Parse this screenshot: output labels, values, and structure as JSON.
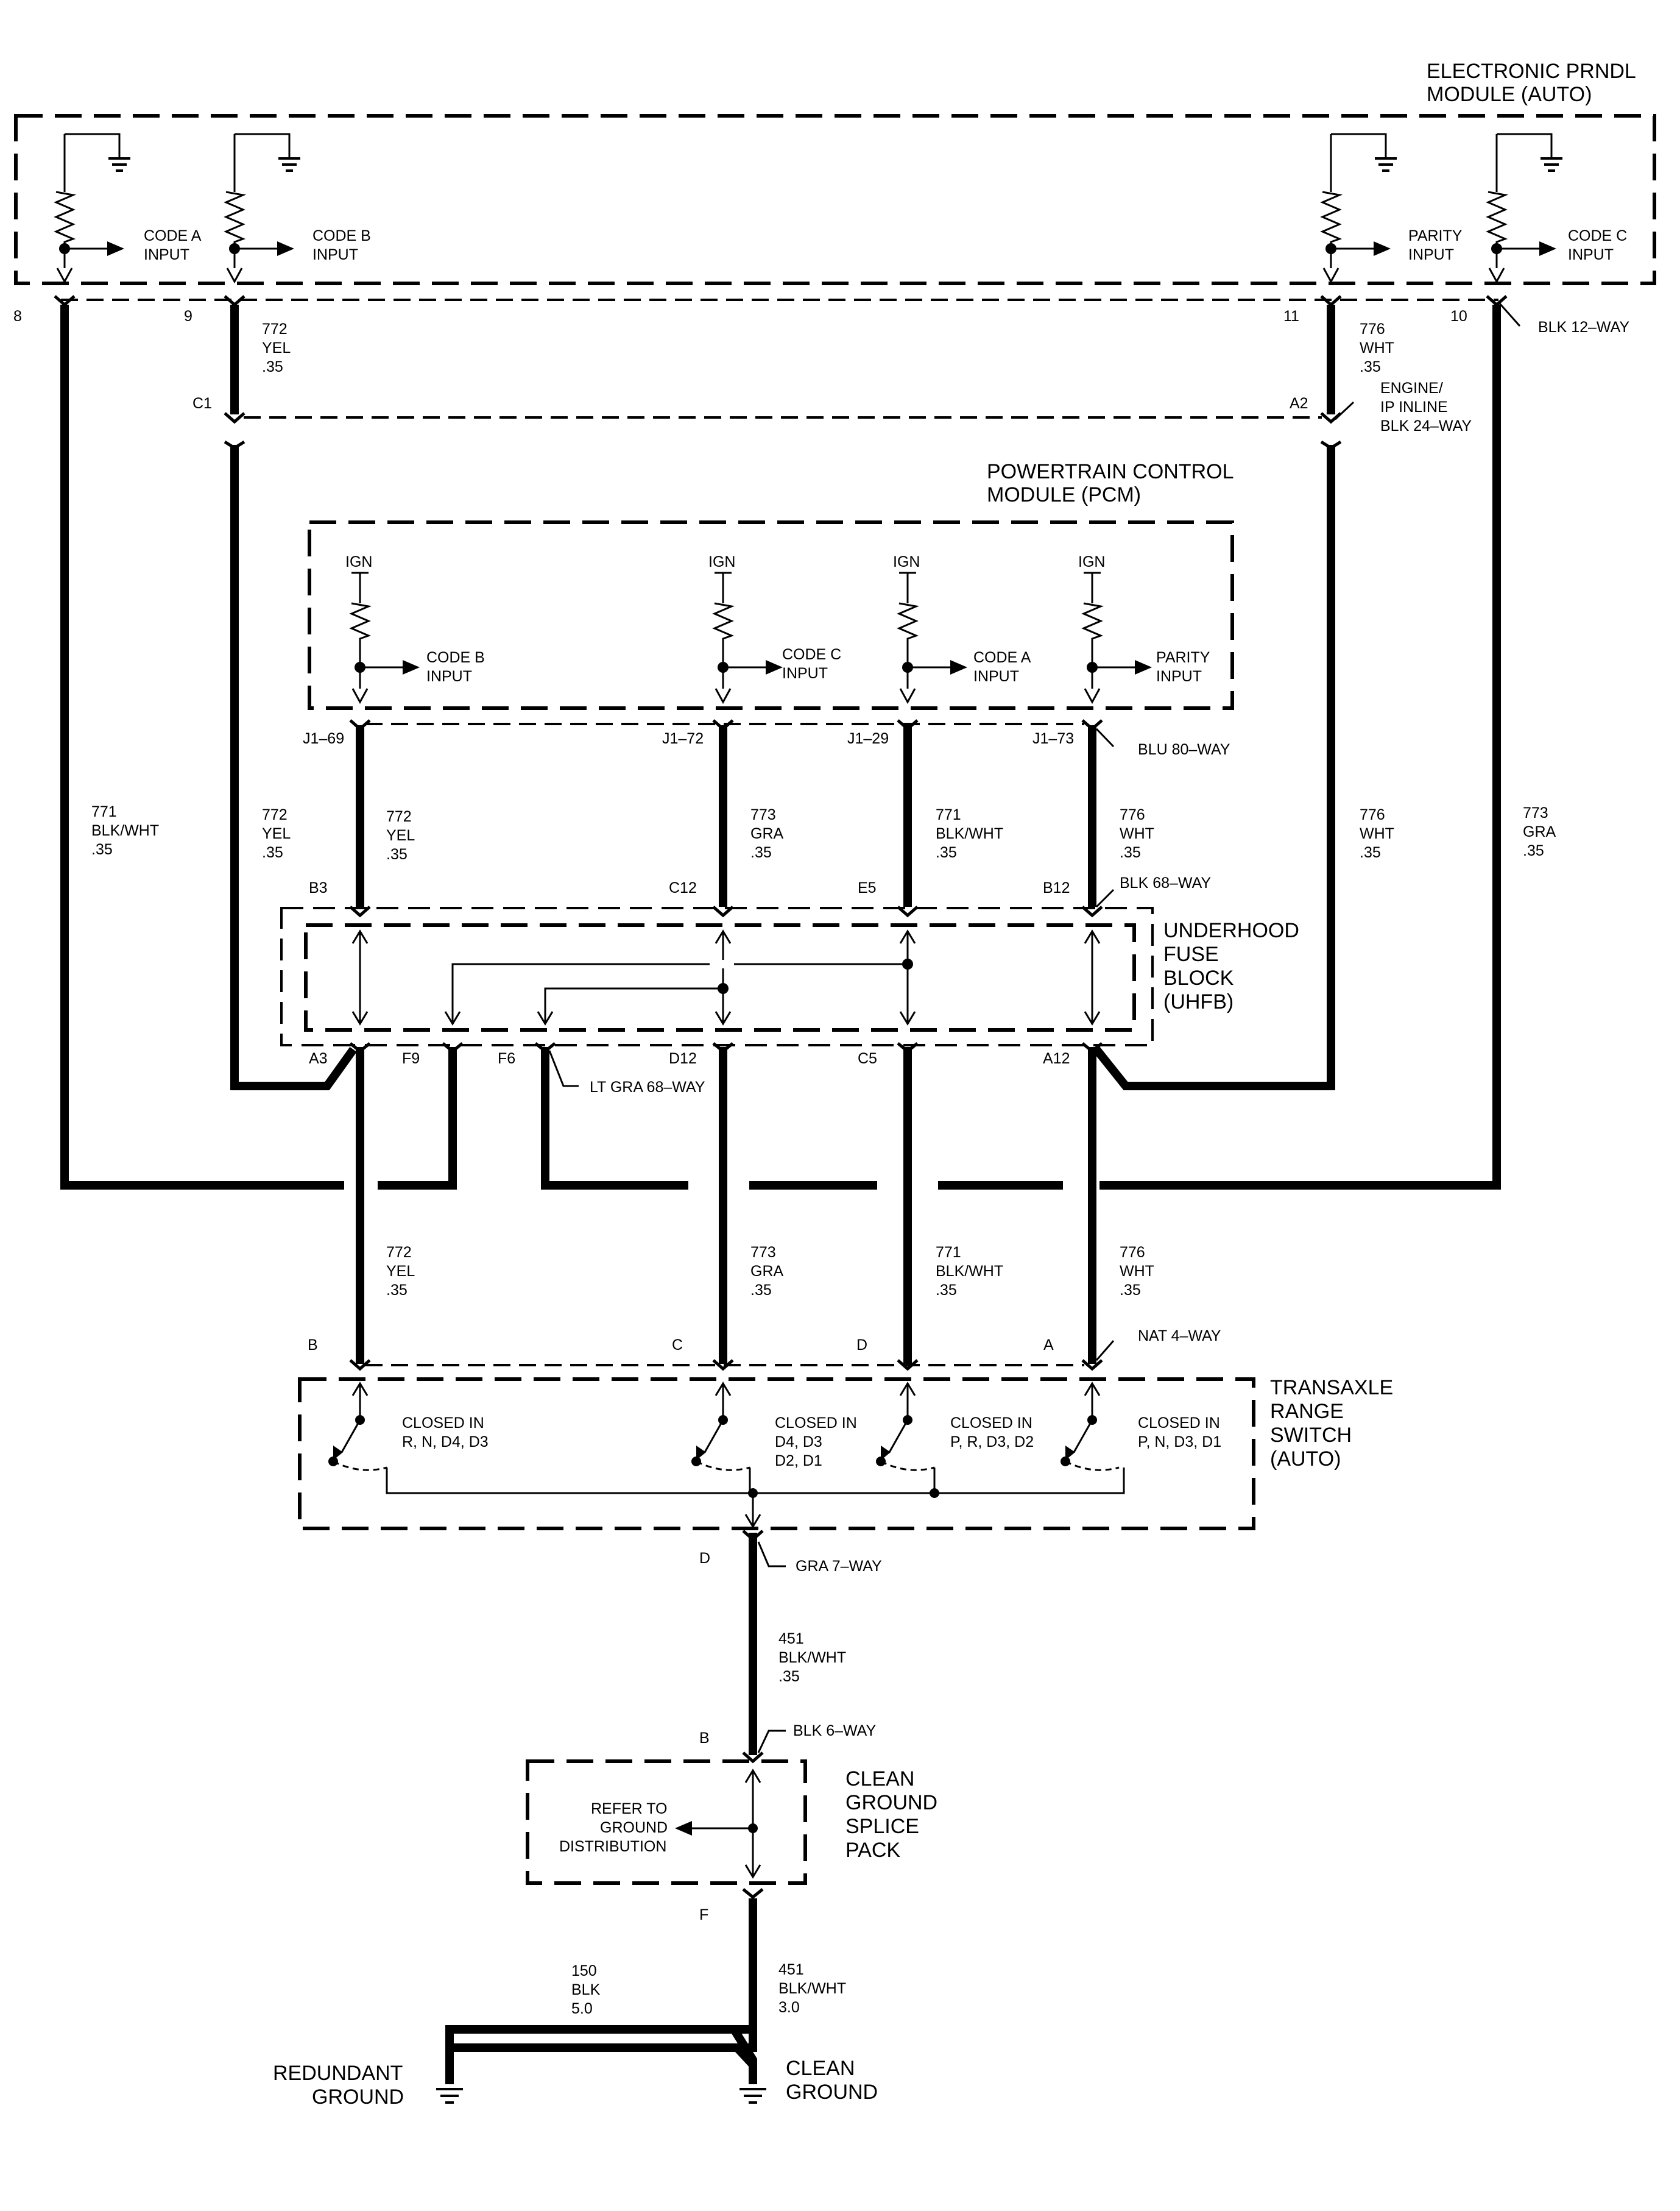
{
  "prndl": {
    "title_line1": "ELECTRONIC PRNDL",
    "title_line2": "MODULE (AUTO)",
    "inputs": [
      {
        "line1": "CODE A",
        "line2": "INPUT",
        "pin": "8"
      },
      {
        "line1": "CODE B",
        "line2": "INPUT",
        "pin": "9"
      },
      {
        "line1": "PARITY",
        "line2": "INPUT",
        "pin": "11"
      },
      {
        "line1": "CODE C",
        "line2": "INPUT",
        "pin": "10"
      }
    ],
    "connector": "BLK 12–WAY"
  },
  "inline": {
    "pin_left": "C1",
    "pin_right": "A2",
    "label_line1": "ENGINE/",
    "label_line2": "IP INLINE",
    "label_line3": "BLK 24–WAY"
  },
  "pcm": {
    "title_line1": "POWERTRAIN CONTROL",
    "title_line2": "MODULE (PCM)",
    "ign": "IGN",
    "inputs": [
      {
        "line1": "CODE B",
        "line2": "INPUT",
        "pin": "J1–69"
      },
      {
        "line1": "CODE C",
        "line2": "INPUT",
        "pin": "J1–72"
      },
      {
        "line1": "CODE A",
        "line2": "INPUT",
        "pin": "J1–29"
      },
      {
        "line1": "PARITY",
        "line2": "INPUT",
        "pin": "J1–73"
      }
    ],
    "connector": "BLU 80–WAY"
  },
  "uhfb": {
    "title_line1": "UNDERHOOD",
    "title_line2": "FUSE",
    "title_line3": "BLOCK",
    "title_line4": "(UHFB)",
    "top_pins": [
      "B3",
      "C12",
      "E5",
      "B12"
    ],
    "top_connector": "BLK 68–WAY",
    "bottom_pins": [
      "A3",
      "F9",
      "F6",
      "D12",
      "C5",
      "A12"
    ],
    "bottom_connector": "LT GRA 68–WAY"
  },
  "wires": {
    "w771": {
      "circuit": "771",
      "color": "BLK/WHT",
      "gauge": ".35"
    },
    "w772": {
      "circuit": "772",
      "color": "YEL",
      "gauge": ".35"
    },
    "w773": {
      "circuit": "773",
      "color": "GRA",
      "gauge": ".35"
    },
    "w776": {
      "circuit": "776",
      "color": "WHT",
      "gauge": ".35"
    },
    "w451a": {
      "circuit": "451",
      "color": "BLK/WHT",
      "gauge": ".35"
    },
    "w451b": {
      "circuit": "451",
      "color": "BLK/WHT",
      "gauge": "3.0"
    },
    "w150": {
      "circuit": "150",
      "color": "BLK",
      "gauge": "5.0"
    }
  },
  "trs": {
    "title_line1": "TRANSAXLE",
    "title_line2": "RANGE",
    "title_line3": "SWITCH",
    "title_line4": "(AUTO)",
    "pins": [
      "B",
      "C",
      "D",
      "A"
    ],
    "connector": "NAT 4–WAY",
    "switches": [
      {
        "line1": "CLOSED IN",
        "line2": "R, N, D4, D3",
        "line3": ""
      },
      {
        "line1": "CLOSED IN",
        "line2": "D4, D3",
        "line3": "D2, D1"
      },
      {
        "line1": "CLOSED IN",
        "line2": "P, R, D3, D2",
        "line3": ""
      },
      {
        "line1": "CLOSED IN",
        "line2": "P, N, D3, D1",
        "line3": ""
      }
    ],
    "out_pin": "D",
    "out_connector": "GRA 7–WAY"
  },
  "splice": {
    "in_pin": "B",
    "in_connector": "BLK 6–WAY",
    "refer_line1": "REFER TO",
    "refer_line2": "GROUND",
    "refer_line3": "DISTRIBUTION",
    "title_line1": "CLEAN",
    "title_line2": "GROUND",
    "title_line3": "SPLICE",
    "title_line4": "PACK",
    "out_pin": "F"
  },
  "grounds": {
    "redundant_line1": "REDUNDANT",
    "redundant_line2": "GROUND",
    "clean_line1": "CLEAN",
    "clean_line2": "GROUND"
  }
}
